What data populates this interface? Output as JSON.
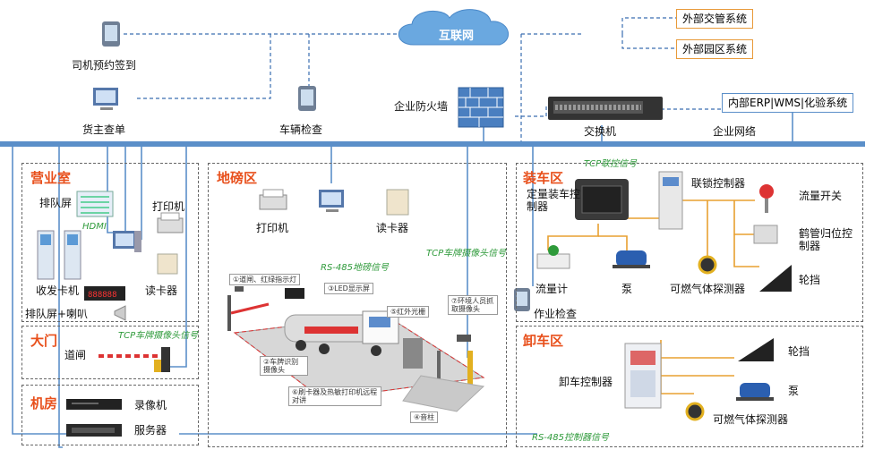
{
  "cloud_label": "互联网",
  "external": {
    "traffic": "外部交管系统",
    "park": "外部园区系统"
  },
  "erp": "内部ERP|WMS|化验系统",
  "network": {
    "firewall": "企业防火墙",
    "switch": "交换机",
    "enterprise_net": "企业网络"
  },
  "top_devices": {
    "driver_checkin": "司机预约签到",
    "owner_query": "货主查单",
    "vehicle_check": "车辆检查"
  },
  "business_room": {
    "title": "营业室",
    "queue_screen": "排队屏",
    "hdmi": "HDMI",
    "printer": "打印机",
    "card_machine": "收发卡机",
    "card_reader": "读卡器",
    "queue_speaker": "排队屏+喇叭"
  },
  "gate": {
    "title": "大门",
    "barrier": "道闸",
    "signal": "TCP车牌摄像头信号"
  },
  "machine_room": {
    "title": "机房",
    "recorder": "录像机",
    "server": "服务器"
  },
  "weighbridge": {
    "title": "地磅区",
    "printer": "打印机",
    "card_reader": "读卡器",
    "rs485": "RS-485地磅信号",
    "tcp_camera": "TCP车牌摄像头信号",
    "callouts": {
      "c1": "①道闸、红绿指示灯",
      "c2": "②车牌识别摄像头",
      "c3": "③LED显示屏",
      "c4": "④音柱",
      "c5": "⑤红外光栅",
      "c6": "⑥刷卡器及热敏打印机远程对讲",
      "c7": "⑦环境人员抓取摄像头"
    }
  },
  "loading": {
    "title": "装车区",
    "signal": "TCP联控信号",
    "controller": "定量装车控制器",
    "interlock": "联锁控制器",
    "flow_switch": "流量开关",
    "crane_controller": "鹤管归位控制器",
    "flowmeter": "流量计",
    "pump": "泵",
    "gas_detector": "可燃气体探测器",
    "wheel_chock": "轮挡",
    "work_check": "作业检查"
  },
  "unloading": {
    "title": "卸车区",
    "controller": "卸车控制器",
    "wheel_chock": "轮挡",
    "pump": "泵",
    "gas_detector": "可燃气体探测器",
    "rs485": "RS-485控制器信号"
  },
  "colors": {
    "accent": "#e8501c",
    "bus": "#5b8fc9",
    "link": "#3a6db0",
    "signal": "#2e9a3a",
    "loading_link": "#e8a030"
  }
}
